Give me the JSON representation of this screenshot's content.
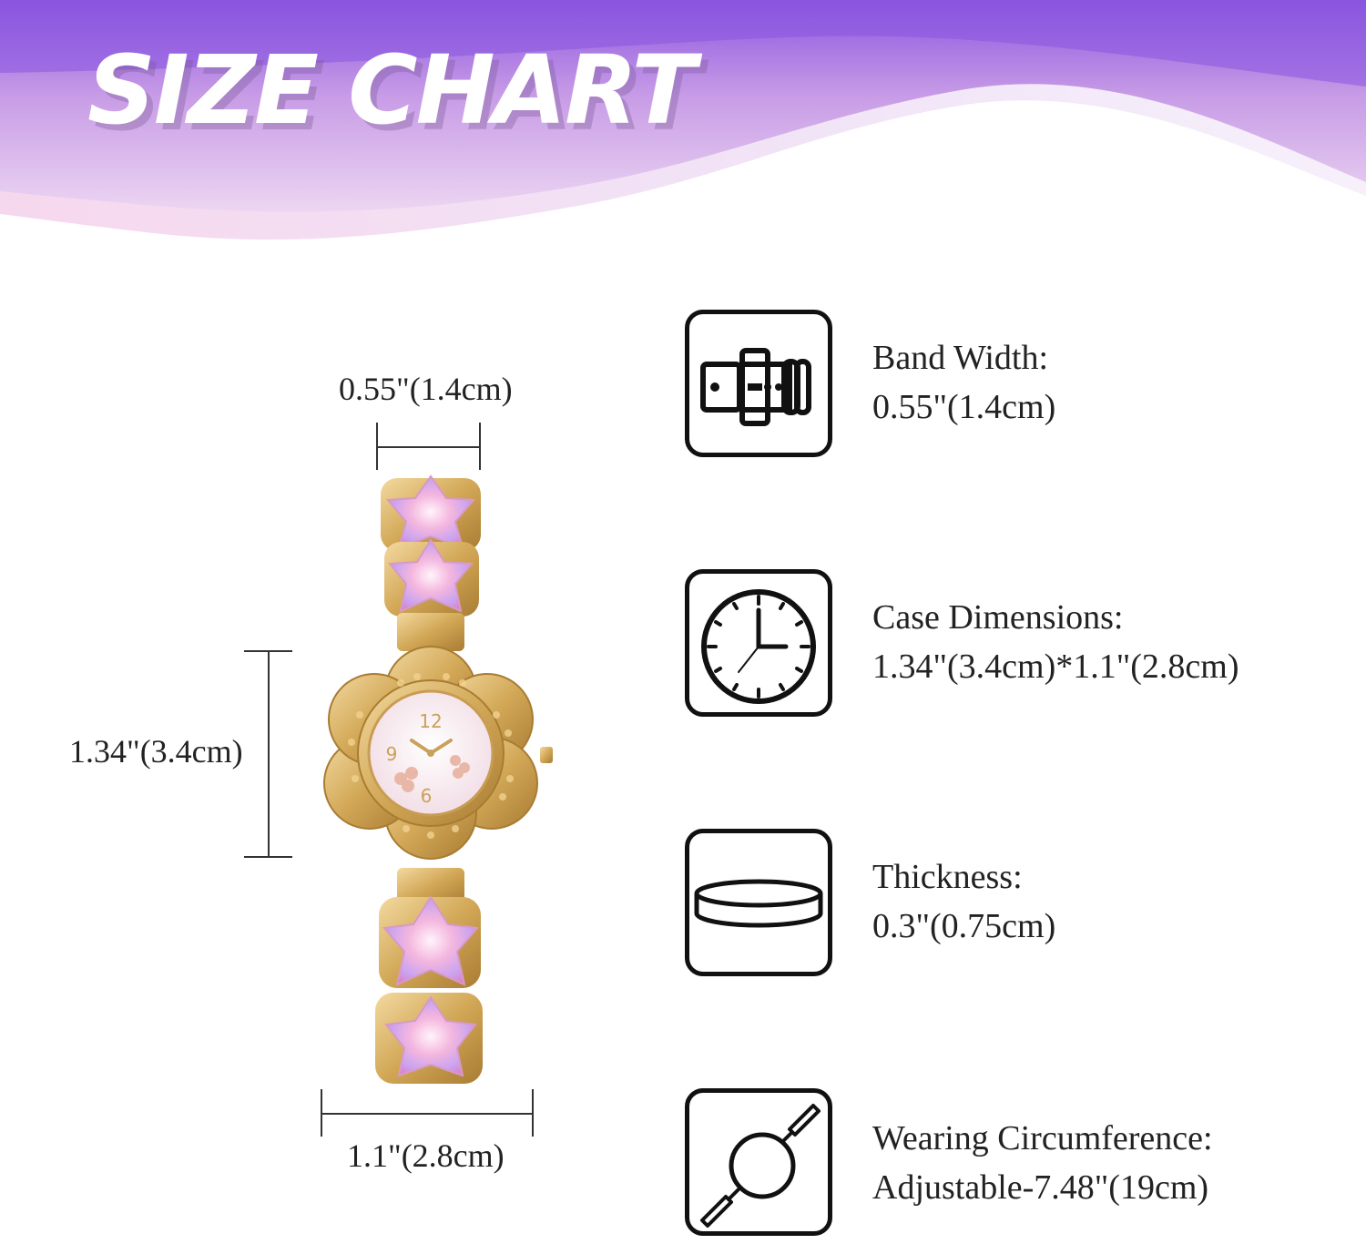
{
  "header": {
    "title": "SIZE CHART"
  },
  "dimensions": {
    "band_width": "0.55\"(1.4cm)",
    "case_height": "1.34\"(3.4cm)",
    "case_width": "1.1\"(2.8cm)"
  },
  "specs": [
    {
      "icon": "watch-band-icon",
      "label": "Band Width:",
      "value": "0.55\"(1.4cm)"
    },
    {
      "icon": "clock-icon",
      "label": "Case Dimensions:",
      "value": "1.34\"(3.4cm)*1.1\"(2.8cm)"
    },
    {
      "icon": "thickness-disc-icon",
      "label": "Thickness:",
      "value": "0.3\"(0.75cm)"
    },
    {
      "icon": "wearing-circumference-icon",
      "label": "Wearing Circumference:",
      "value": "Adjustable-7.48\"(19cm)"
    }
  ],
  "colors": {
    "header_purple": "#8b55e0",
    "header_lilac": "#e3cdf0",
    "header_pink": "#f3d6ee",
    "gold": "#d8b060",
    "gem_pink": "#f2a8d8",
    "dial": "#f7e9ee"
  }
}
